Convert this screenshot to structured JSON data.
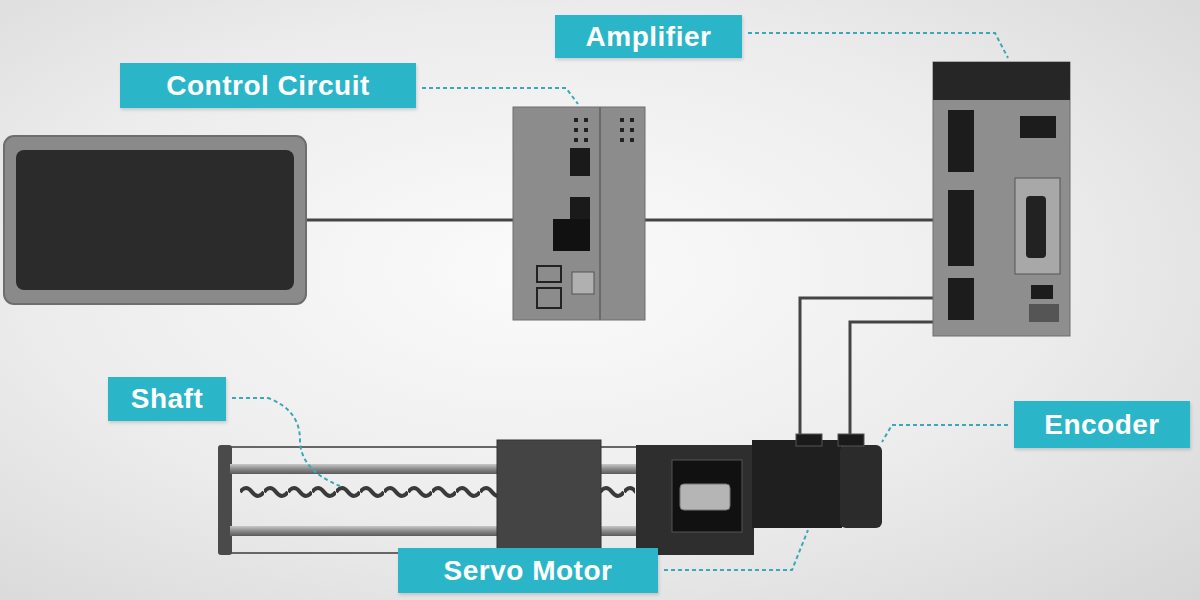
{
  "diagram": {
    "nodes": [
      {
        "text": [
          "Amplifier"
        ]
      },
      {
        "text": [
          "Control Circuit"
        ]
      },
      {
        "text": [
          "Shaft"
        ]
      },
      {
        "text": [
          "Encoder"
        ]
      },
      {
        "text": [
          "Servo Motor"
        ]
      }
    ]
  }
}
